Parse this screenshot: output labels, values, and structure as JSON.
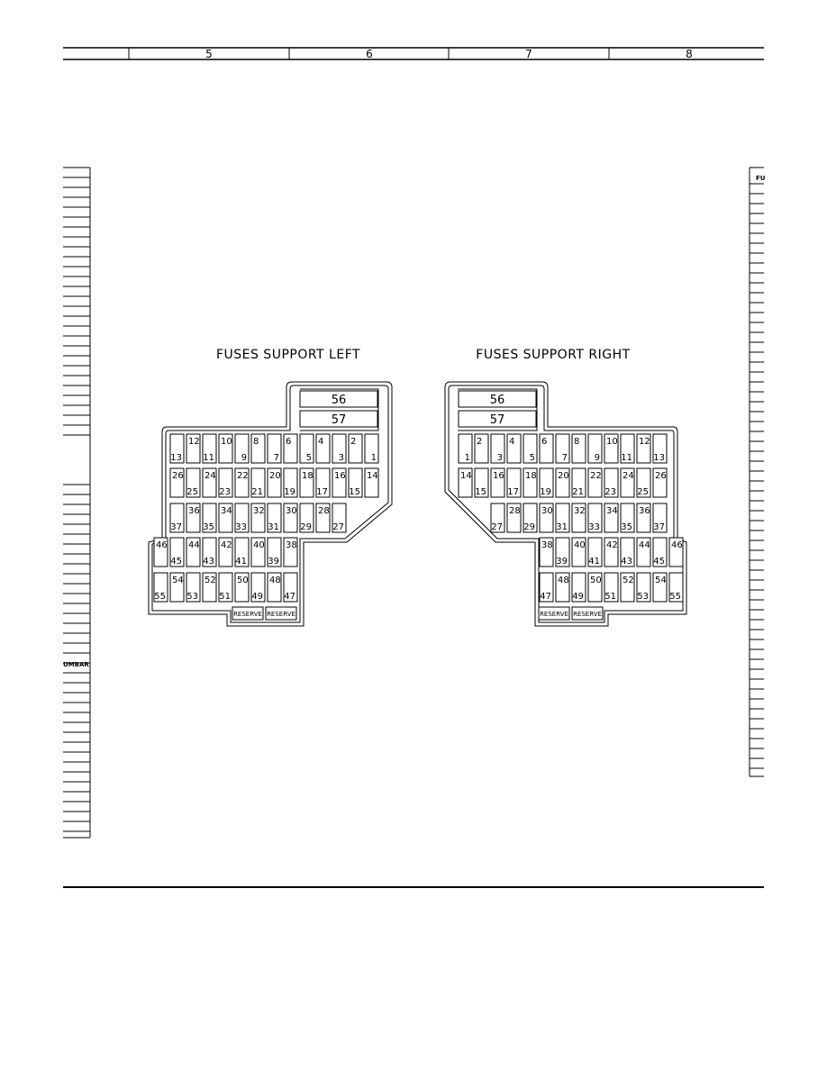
{
  "header": {
    "columns": [
      "5",
      "6",
      "7",
      "8"
    ]
  },
  "left_block": {
    "title": "FUSES SUPPORT LEFT",
    "top_fuses": [
      "56",
      "57"
    ],
    "rows": [
      [
        "13",
        "12",
        "11",
        "10",
        "9",
        "8",
        "7",
        "6",
        "5",
        "4",
        "3",
        "2",
        "1"
      ],
      [
        "26",
        "25",
        "24",
        "23",
        "22",
        "21",
        "20",
        "19",
        "18",
        "17",
        "16",
        "15",
        "14"
      ],
      [
        "37",
        "36",
        "35",
        "34",
        "33",
        "32",
        "31",
        "30",
        "29",
        "28",
        "27"
      ],
      [
        "46",
        "45",
        "44",
        "43",
        "42",
        "41",
        "40",
        "39",
        "38"
      ],
      [
        "55",
        "54",
        "53",
        "52",
        "51",
        "50",
        "49",
        "48",
        "47"
      ]
    ],
    "reserve": [
      "RESERVE",
      "RESERVE"
    ]
  },
  "right_block": {
    "title": "FUSES SUPPORT  RIGHT",
    "top_fuses": [
      "56",
      "57"
    ],
    "rows": [
      [
        "1",
        "2",
        "3",
        "4",
        "5",
        "6",
        "7",
        "8",
        "9",
        "10",
        "11",
        "12",
        "13"
      ],
      [
        "14",
        "15",
        "16",
        "17",
        "18",
        "19",
        "20",
        "21",
        "22",
        "23",
        "24",
        "25",
        "26"
      ],
      [
        "27",
        "28",
        "29",
        "30",
        "31",
        "32",
        "33",
        "34",
        "35",
        "36",
        "37"
      ],
      [
        "38",
        "39",
        "40",
        "41",
        "42",
        "43",
        "44",
        "45",
        "46"
      ],
      [
        "47",
        "48",
        "49",
        "50",
        "51",
        "52",
        "53",
        "54",
        "55"
      ]
    ],
    "reserve": [
      "RESERVE",
      "RESERVE"
    ]
  },
  "left_strip_label": "UMBAR",
  "right_strip_label": "FU"
}
